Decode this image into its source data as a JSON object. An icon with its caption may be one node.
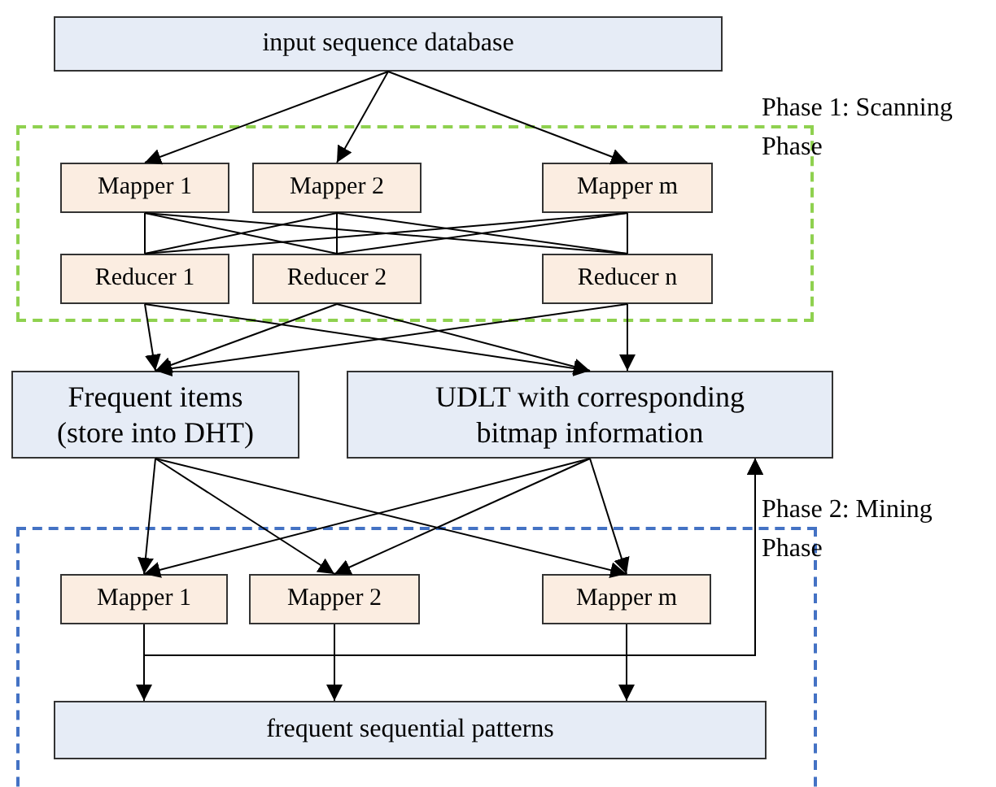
{
  "diagram": {
    "nodes": [
      {
        "text": [
          "input sequence database"
        ]
      },
      {
        "text": [
          "Phase 1: Scanning Phase"
        ]
      },
      {
        "text": [
          "Mapper 1"
        ],
        "in": 1
      },
      {
        "text": [
          "Mapper 2"
        ],
        "in": 1
      },
      {
        "text": [
          "Mapper m"
        ],
        "in": 1
      },
      {
        "text": [
          "Reducer 1"
        ],
        "in": 1
      },
      {
        "text": [
          "Reducer 2"
        ],
        "in": 1
      },
      {
        "text": [
          "Reducer n"
        ],
        "in": 1
      },
      {
        "text": [
          "Frequent items (store into DHT)"
        ]
      },
      {
        "text": [
          "UDLT with corresponding bitmap information"
        ]
      },
      {
        "text": [
          "Phase 2: Mining Phase"
        ]
      },
      {
        "text": [
          "Mapper 1"
        ],
        "in": 10
      },
      {
        "text": [
          "Mapper 2"
        ],
        "in": 10
      },
      {
        "text": [
          "Mapper m"
        ],
        "in": 10
      },
      {
        "text": [
          "frequent sequential patterns"
        ],
        "in": 10
      }
    ],
    "edges": [
      {
        "from": 0,
        "to": 2,
        "arrow": "to"
      },
      {
        "from": 0,
        "to": 3,
        "arrow": "to"
      },
      {
        "from": 0,
        "to": 4,
        "arrow": "to"
      },
      {
        "from": 2,
        "to": 5,
        "arrow": "none"
      },
      {
        "from": 2,
        "to": 6,
        "arrow": "none"
      },
      {
        "from": 2,
        "to": 7,
        "arrow": "none"
      },
      {
        "from": 3,
        "to": 5,
        "arrow": "none"
      },
      {
        "from": 3,
        "to": 6,
        "arrow": "none"
      },
      {
        "from": 3,
        "to": 7,
        "arrow": "none"
      },
      {
        "from": 4,
        "to": 5,
        "arrow": "none"
      },
      {
        "from": 4,
        "to": 6,
        "arrow": "none"
      },
      {
        "from": 4,
        "to": 7,
        "arrow": "none"
      },
      {
        "from": 5,
        "to": 8,
        "arrow": "to"
      },
      {
        "from": 5,
        "to": 9,
        "arrow": "to"
      },
      {
        "from": 6,
        "to": 8,
        "arrow": "to"
      },
      {
        "from": 6,
        "to": 9,
        "arrow": "to"
      },
      {
        "from": 7,
        "to": 8,
        "arrow": "to"
      },
      {
        "from": 7,
        "to": 9,
        "arrow": "to"
      },
      {
        "from": 8,
        "to": 11,
        "arrow": "to"
      },
      {
        "from": 8,
        "to": 12,
        "arrow": "to"
      },
      {
        "from": 8,
        "to": 13,
        "arrow": "to"
      },
      {
        "from": 9,
        "to": 11,
        "arrow": "to"
      },
      {
        "from": 9,
        "to": 12,
        "arrow": "to"
      },
      {
        "from": 9,
        "to": 13,
        "arrow": "to"
      },
      {
        "from": 11,
        "to": 14,
        "arrow": "to"
      },
      {
        "from": 12,
        "to": 14,
        "arrow": "to"
      },
      {
        "from": 13,
        "to": 14,
        "arrow": "to"
      },
      {
        "from": 11,
        "to": 9,
        "arrow": "to"
      },
      {
        "from": 12,
        "to": 9,
        "arrow": "to"
      },
      {
        "from": 13,
        "to": 9,
        "arrow": "to"
      }
    ]
  }
}
